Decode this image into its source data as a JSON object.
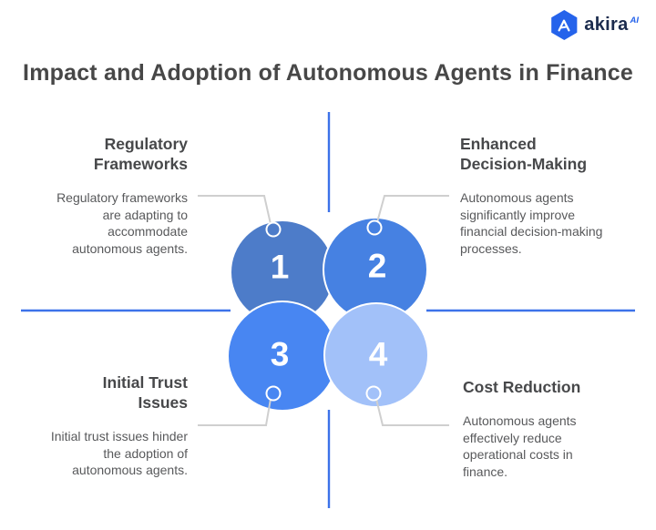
{
  "title": "Impact and Adoption of Autonomous Agents in Finance",
  "logo": {
    "brand": "akira",
    "superscript": "AI"
  },
  "colors": {
    "background": "#ffffff",
    "title_color": "#474747",
    "heading_color": "#47484a",
    "body_color": "#58595b",
    "accent_line": "#3c72e9",
    "connector": "#cfcfcf",
    "circle_number": "#ffffff",
    "logo_navy": "#1b2b4d",
    "logo_blue": "#2563eb"
  },
  "circles": [
    {
      "number": "1",
      "color": "#4d7cc9"
    },
    {
      "number": "2",
      "color": "#4681e2"
    },
    {
      "number": "3",
      "color": "#4886f2"
    },
    {
      "number": "4",
      "color": "#a2c1f9"
    }
  ],
  "quadrants": [
    {
      "heading": "Regulatory Frameworks",
      "body": "Regulatory frameworks are adapting to accommodate autonomous agents."
    },
    {
      "heading": "Enhanced Decision-Making",
      "body": "Autonomous agents significantly improve financial decision-making processes."
    },
    {
      "heading": "Initial Trust Issues",
      "body": "Initial trust issues hinder the adoption of autonomous agents."
    },
    {
      "heading": "Cost Reduction",
      "body": "Autonomous agents effectively reduce operational costs in finance."
    }
  ]
}
